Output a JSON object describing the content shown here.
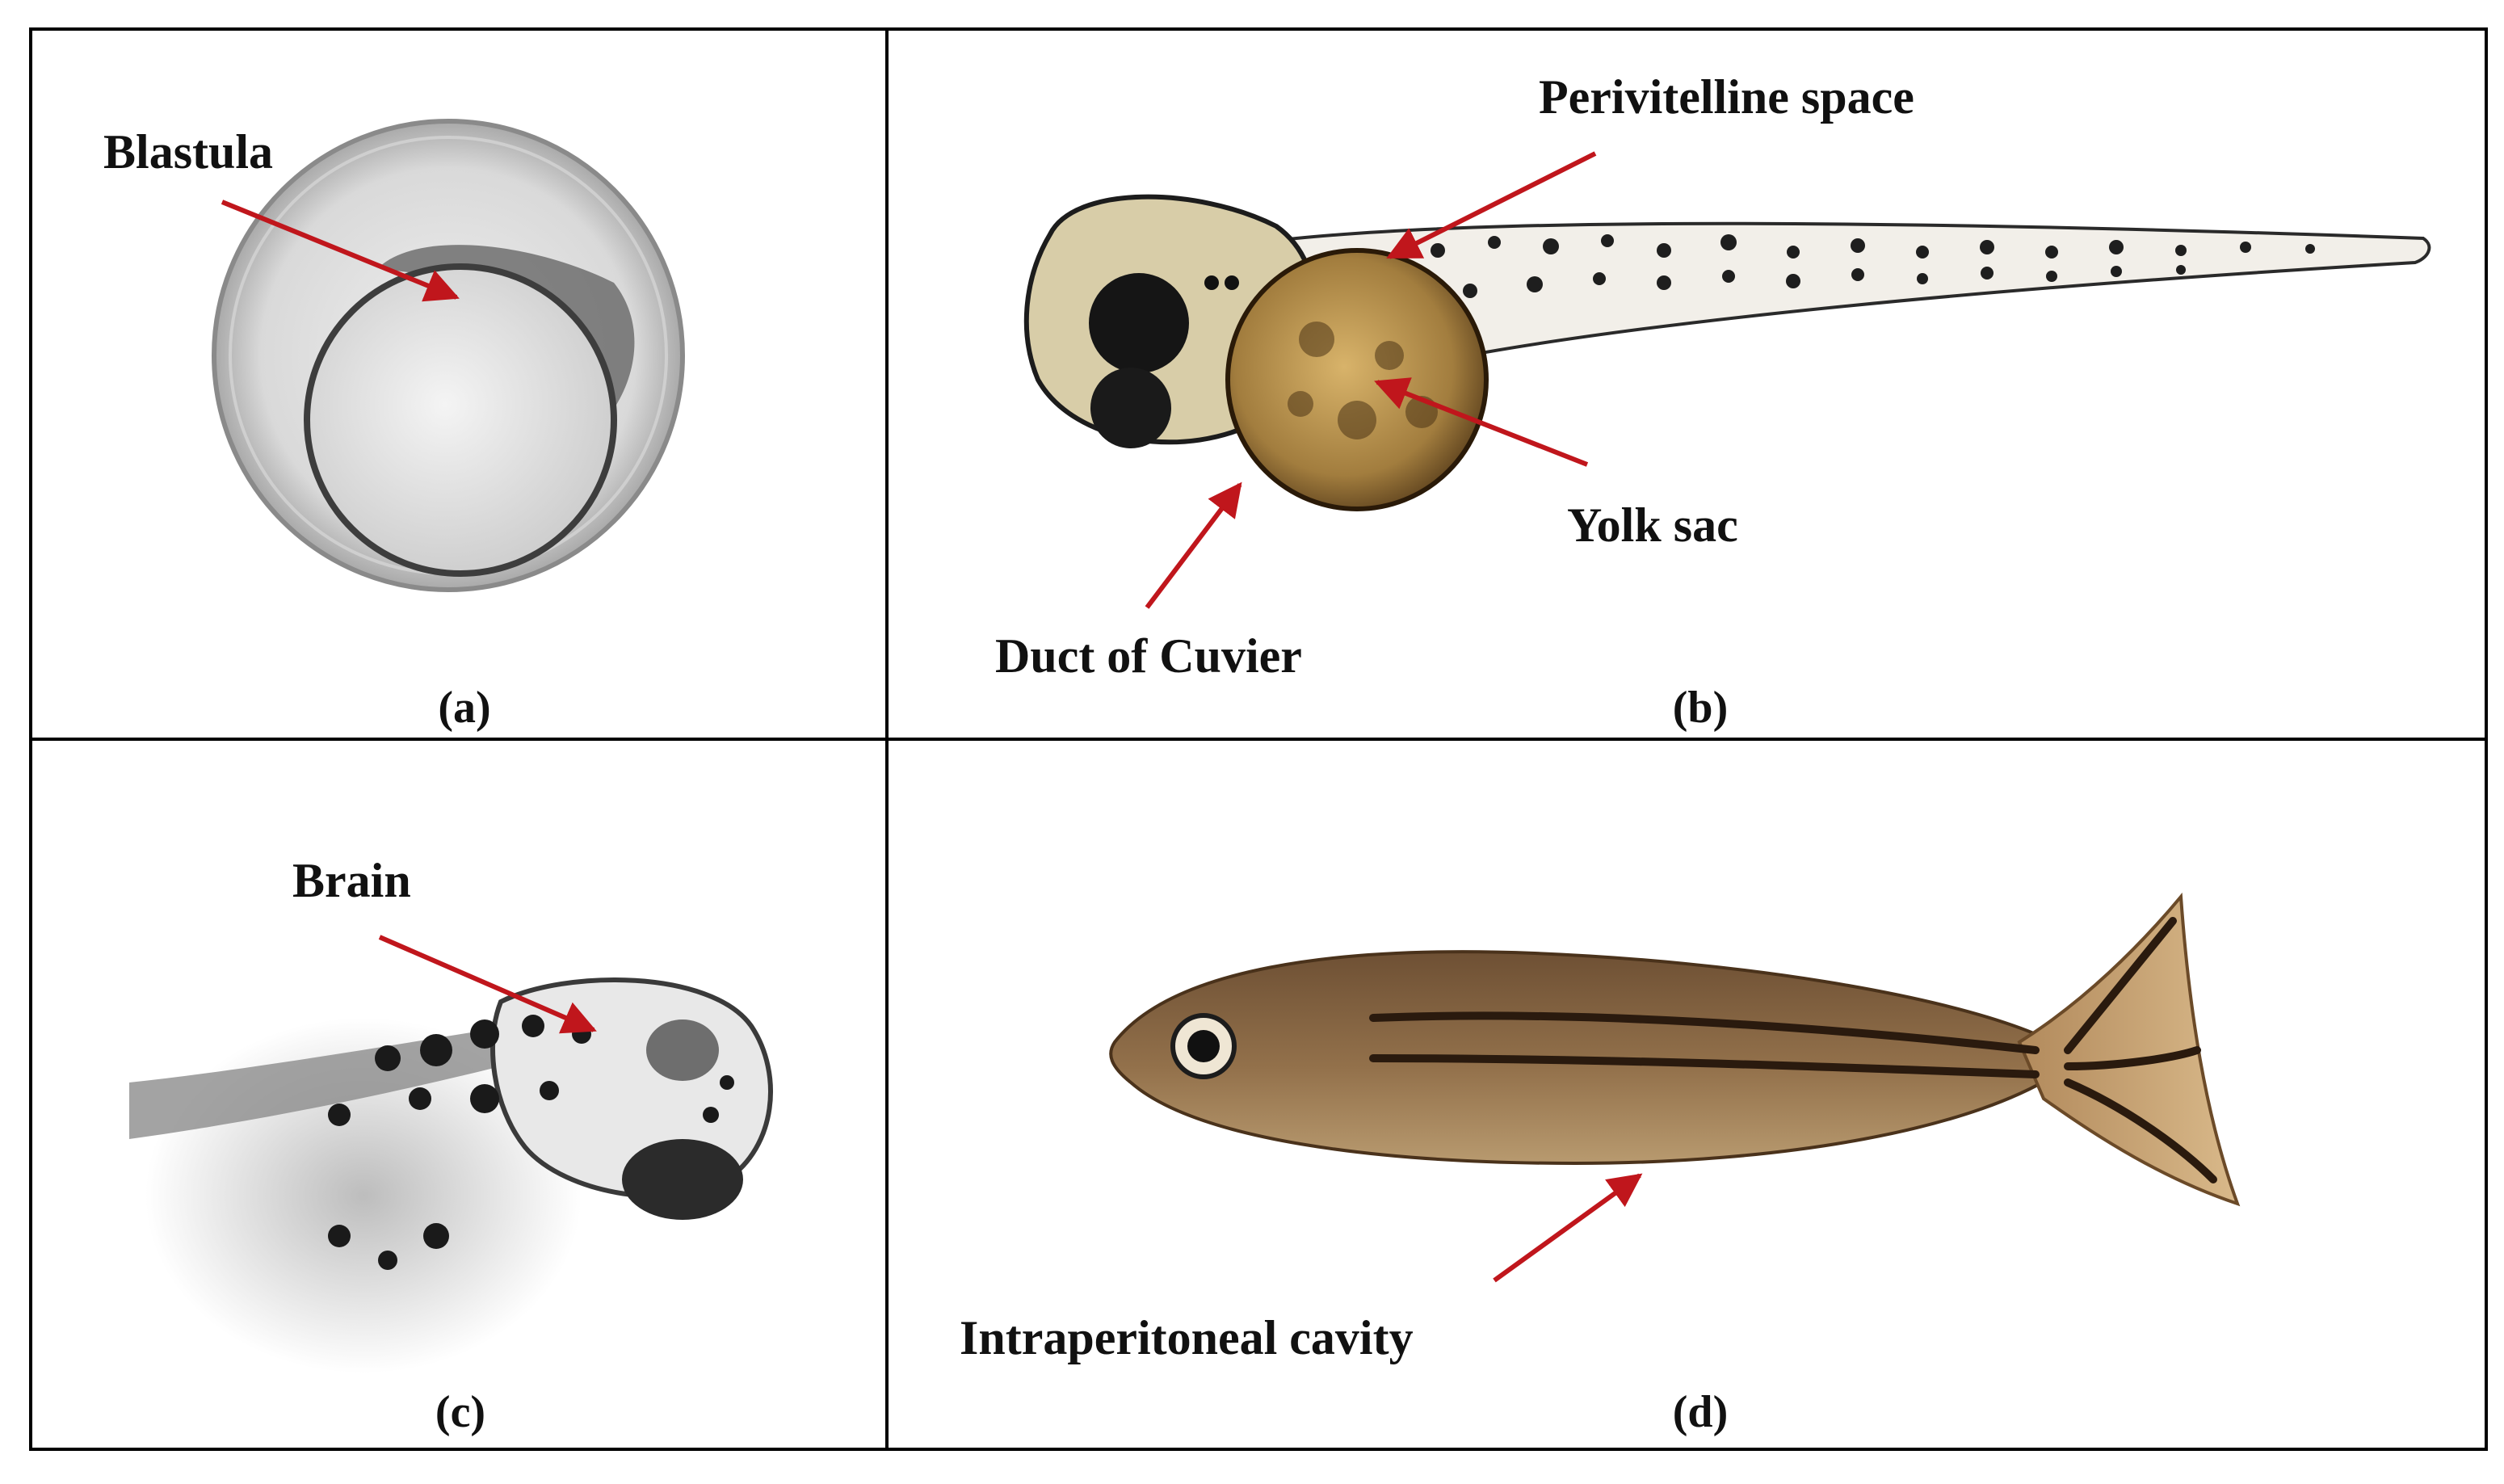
{
  "panels": {
    "a": {
      "caption": "(a)",
      "labels": [
        "Blastula"
      ]
    },
    "b": {
      "caption": "(b)",
      "labels": [
        "Perivitelline space",
        "Yolk sac",
        "Duct of Cuvier"
      ]
    },
    "c": {
      "caption": "(c)",
      "labels": [
        "Brain"
      ]
    },
    "d": {
      "caption": "(d)",
      "labels": [
        "Intraperitoneal cavity"
      ]
    }
  },
  "colors": {
    "arrow": "#c0161c",
    "border": "#000000",
    "label_text": "#111111"
  }
}
